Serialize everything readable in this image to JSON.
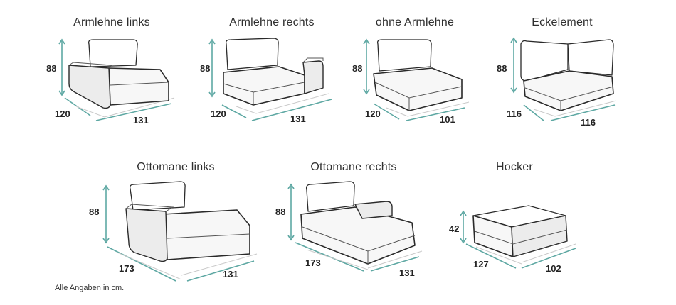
{
  "accent_color": "#5ea8a3",
  "modules": [
    {
      "title": "Armlehne links",
      "height": "88",
      "depth": "120",
      "width": "131"
    },
    {
      "title": "Armlehne rechts",
      "height": "88",
      "depth": "120",
      "width": "131"
    },
    {
      "title": "ohne Armlehne",
      "height": "88",
      "depth": "120",
      "width": "101"
    },
    {
      "title": "Eckelement",
      "height": "88",
      "depth": "116",
      "width": "116"
    },
    {
      "title": "Ottomane links",
      "height": "88",
      "depth": "173",
      "width": "131"
    },
    {
      "title": "Ottomane rechts",
      "height": "88",
      "depth": "173",
      "width": "131"
    },
    {
      "title": "Hocker",
      "height": "42",
      "depth": "127",
      "width": "102"
    }
  ],
  "footnote": "Alle Angaben in cm."
}
